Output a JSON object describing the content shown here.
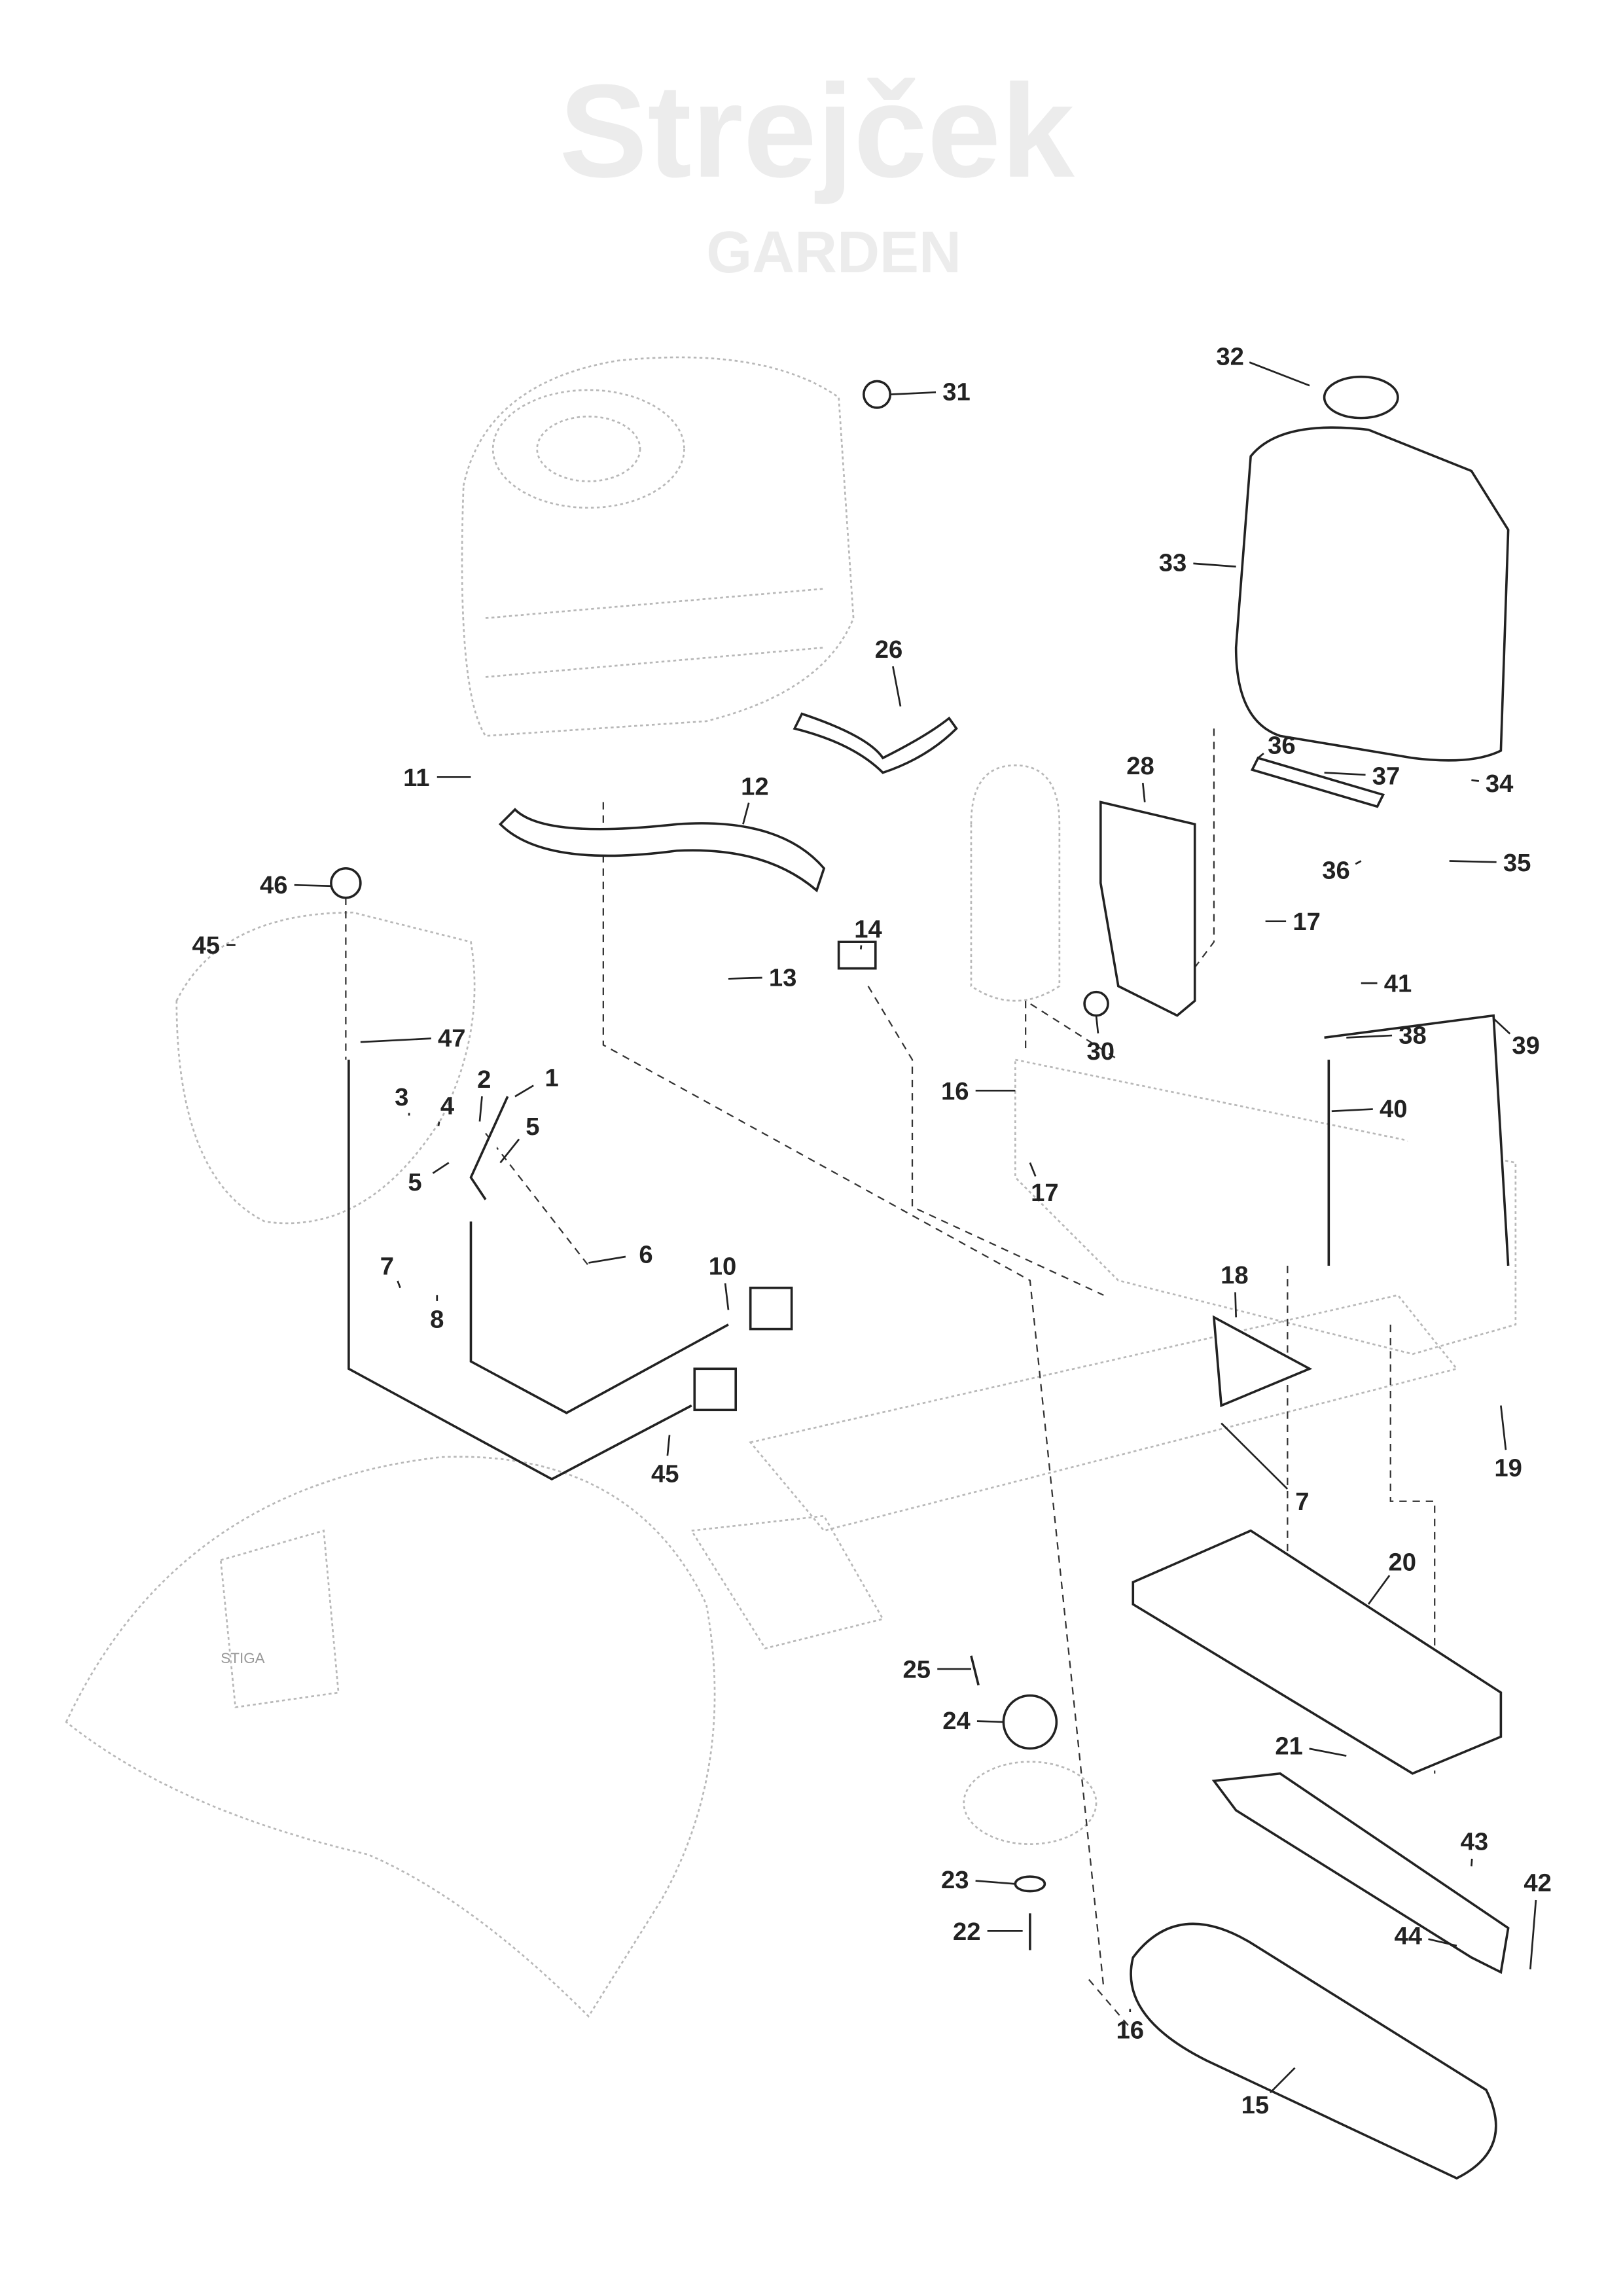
{
  "watermark": {
    "brand": "Strejček",
    "sub": "GARDEN"
  },
  "machine_logo": "STIGA",
  "callouts": [
    "32",
    "31",
    "33",
    "26",
    "28",
    "36",
    "37",
    "34",
    "11",
    "12",
    "36",
    "35",
    "46",
    "45",
    "14",
    "17",
    "13",
    "41",
    "30",
    "47",
    "38",
    "39",
    "3",
    "2",
    "1",
    "4",
    "16",
    "40",
    "5",
    "5",
    "6",
    "17",
    "7",
    "10",
    "8",
    "18",
    "45",
    "19",
    "7",
    "20",
    "25",
    "24",
    "21",
    "43",
    "23",
    "42",
    "22",
    "44",
    "16",
    "15"
  ],
  "colors": {
    "line": "#222222",
    "ghost": "#b8b8b8"
  }
}
